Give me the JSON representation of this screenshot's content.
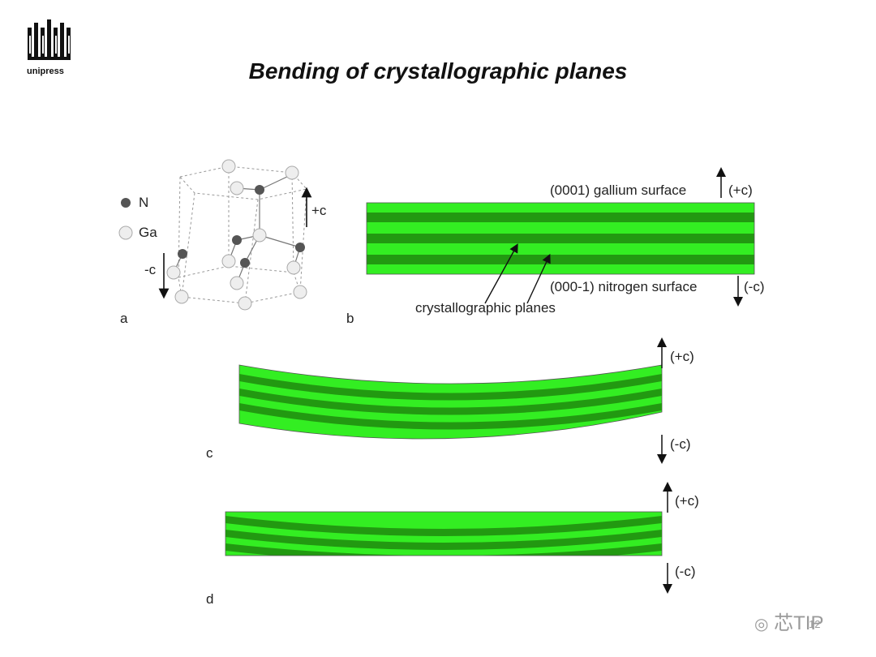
{
  "header": {
    "logo_text": "unipress",
    "title": "Bending of crystallographic planes"
  },
  "legend": {
    "n_label": "N",
    "ga_label": "Ga"
  },
  "panel_a": {
    "letter": "a",
    "plus_c": "+c",
    "minus_c": "-c"
  },
  "panel_b": {
    "letter": "b",
    "top_surface": "(0001) gallium surface",
    "plus_c": "(+c)",
    "bottom_surface": "(000-1) nitrogen surface",
    "minus_c": "(-c)",
    "planes_label": "crystallographic planes"
  },
  "panel_c": {
    "letter": "c",
    "plus_c": "(+c)",
    "minus_c": "(-c)"
  },
  "panel_d": {
    "letter": "d",
    "plus_c": "(+c)",
    "minus_c": "(-c)"
  },
  "footer": {
    "watermark": "芯TIP",
    "page_number": "12"
  },
  "colors": {
    "light_green": "#33ee22",
    "dark_green": "#229911",
    "n_atom": "#555555",
    "ga_atom": "#eeeeee"
  }
}
